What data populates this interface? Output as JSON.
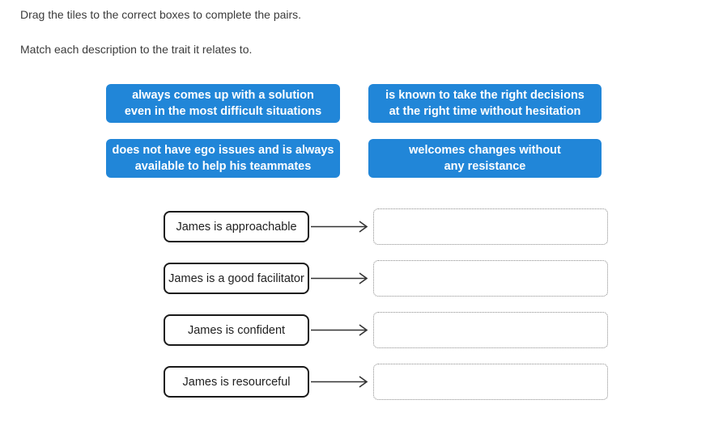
{
  "instructions": {
    "primary": "Drag the tiles to the correct boxes to complete the pairs.",
    "secondary": "Match each description to the trait it relates to."
  },
  "tiles": [
    {
      "line1": "always comes up with a solution",
      "line2": "even in the most difficult situations"
    },
    {
      "line1": "is known to take the right decisions",
      "line2": "at the right time without hesitation"
    },
    {
      "line1": "does not have ego issues and is always",
      "line2": "available to help his teammates"
    },
    {
      "line1": "welcomes changes without",
      "line2": "any resistance"
    }
  ],
  "pairs": [
    {
      "label": "James is approachable"
    },
    {
      "label": "James is a good facilitator"
    },
    {
      "label": "James is confident"
    },
    {
      "label": "James is resourceful"
    }
  ],
  "colors": {
    "tile_background": "#2186d8",
    "tile_text": "#ffffff",
    "instruction_text": "#3b3b3b",
    "label_box_border": "#1a1a1a",
    "drop_box_border": "#8c8c8c",
    "arrow": "#333333"
  }
}
